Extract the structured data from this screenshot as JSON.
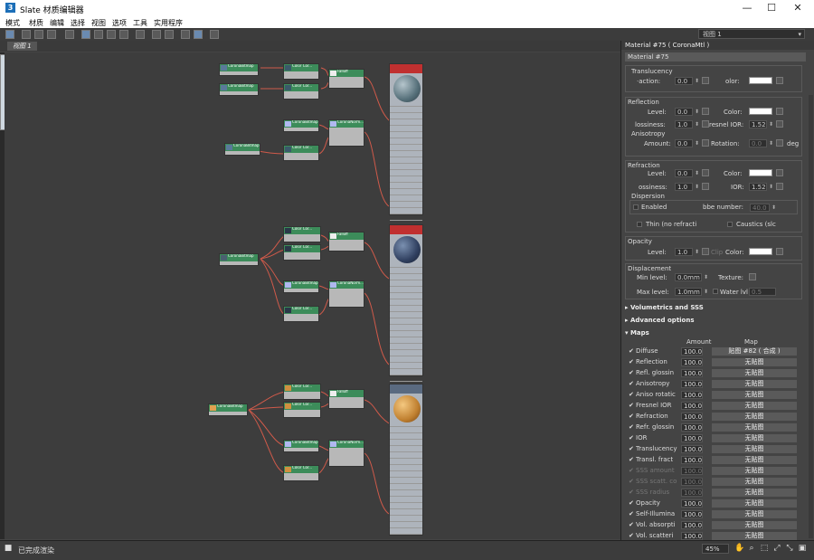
{
  "window": {
    "app_icon": "3",
    "title": "Slate 材质编辑器",
    "minimize": "—",
    "maximize": "☐",
    "close": "✕"
  },
  "menu": [
    "模式",
    "材质",
    "编辑",
    "选择",
    "视图",
    "选项",
    "工具",
    "实用程序"
  ],
  "view_select": "视图 1",
  "view_tab": "视图 1",
  "status": {
    "text": "已完成渲染",
    "zoom": "45%"
  },
  "nodes": {
    "bitmap_label": "CoronaBitmap",
    "colorcorrect_label": "Color Cor...",
    "falloff_label": "Falloff",
    "normal_label": "CoronaNorm..."
  },
  "panel": {
    "title": "Material #75 ( CoronaMtl )",
    "name": "Material #75",
    "translucency": {
      "header": "Translucency",
      "fraction_label": "·action:",
      "fraction": "0.0",
      "color_label": "olor:"
    },
    "reflection": {
      "header": "Reflection",
      "level_label": "Level:",
      "level": "0.0",
      "color_label": "Color:",
      "gloss_label": "lossiness:",
      "gloss": "1.0",
      "fresnel_label": "resnel IOR:",
      "fresnel": "1.52",
      "aniso_header": "Anisotropy",
      "amount_label": "Amount:",
      "amount": "0.0",
      "rotation_label": "Rotation:",
      "rotation": "0.0",
      "deg": "deg"
    },
    "refraction": {
      "header": "Refraction",
      "level_label": "Level:",
      "level": "0.0",
      "color_label": "Color:",
      "gloss_label": "ossiness:",
      "gloss": "1.0",
      "ior_label": "IOR:",
      "ior": "1.52",
      "disp_header": "Dispersion",
      "enabled": "Enabled",
      "abbe_label": "bbe number:",
      "abbe": "40.0",
      "thin": "Thin (no refracti",
      "caustics": "Caustics (slc"
    },
    "opacity": {
      "header": "Opacity",
      "level_label": "Level:",
      "level": "1.0",
      "clip": "Clip",
      "color_label": "Color:"
    },
    "displacement": {
      "header": "Displacement",
      "min_label": "Min level:",
      "min": "0.0mm",
      "texture_label": "Texture:",
      "max_label": "Max level:",
      "max": "1.0mm",
      "water_label": "Water lvl",
      "water": "0.5"
    },
    "rollouts": [
      "Volumetrics and SSS",
      "Advanced options",
      "Maps"
    ],
    "maps_header": {
      "amount": "Amount",
      "map": "Map"
    },
    "maps": [
      {
        "name": "Diffuse",
        "amount": "100.0",
        "map": "贴图 #82 ( 合成 )",
        "dim": false
      },
      {
        "name": "Reflection",
        "amount": "100.0",
        "map": "无贴图",
        "dim": false
      },
      {
        "name": "Refl. glossin",
        "amount": "100.0",
        "map": "无贴图",
        "dim": false
      },
      {
        "name": "Anisotropy",
        "amount": "100.0",
        "map": "无贴图",
        "dim": false
      },
      {
        "name": "Aniso rotatic",
        "amount": "100.0",
        "map": "无贴图",
        "dim": false
      },
      {
        "name": "Fresnel IOR",
        "amount": "100.0",
        "map": "无贴图",
        "dim": false
      },
      {
        "name": "Refraction",
        "amount": "100.0",
        "map": "无贴图",
        "dim": false
      },
      {
        "name": "Refr. glossin",
        "amount": "100.0",
        "map": "无贴图",
        "dim": false
      },
      {
        "name": "IOR",
        "amount": "100.0",
        "map": "无贴图",
        "dim": false
      },
      {
        "name": "Translucency",
        "amount": "100.0",
        "map": "无贴图",
        "dim": false
      },
      {
        "name": "Transl. fract",
        "amount": "100.0",
        "map": "无贴图",
        "dim": false
      },
      {
        "name": "SSS amount",
        "amount": "100.0",
        "map": "无贴图",
        "dim": true
      },
      {
        "name": "SSS scatt. co",
        "amount": "100.0",
        "map": "无贴图",
        "dim": true
      },
      {
        "name": "SSS radius",
        "amount": "100.0",
        "map": "无贴图",
        "dim": true
      },
      {
        "name": "Opacity",
        "amount": "100.0",
        "map": "无贴图",
        "dim": false
      },
      {
        "name": "Self-Illumina",
        "amount": "100.0",
        "map": "无贴图",
        "dim": false
      },
      {
        "name": "Vol. absorpti",
        "amount": "100.0",
        "map": "无贴图",
        "dim": false
      },
      {
        "name": "Vol. scatteri",
        "amount": "100.0",
        "map": "无贴图",
        "dim": false
      }
    ]
  }
}
